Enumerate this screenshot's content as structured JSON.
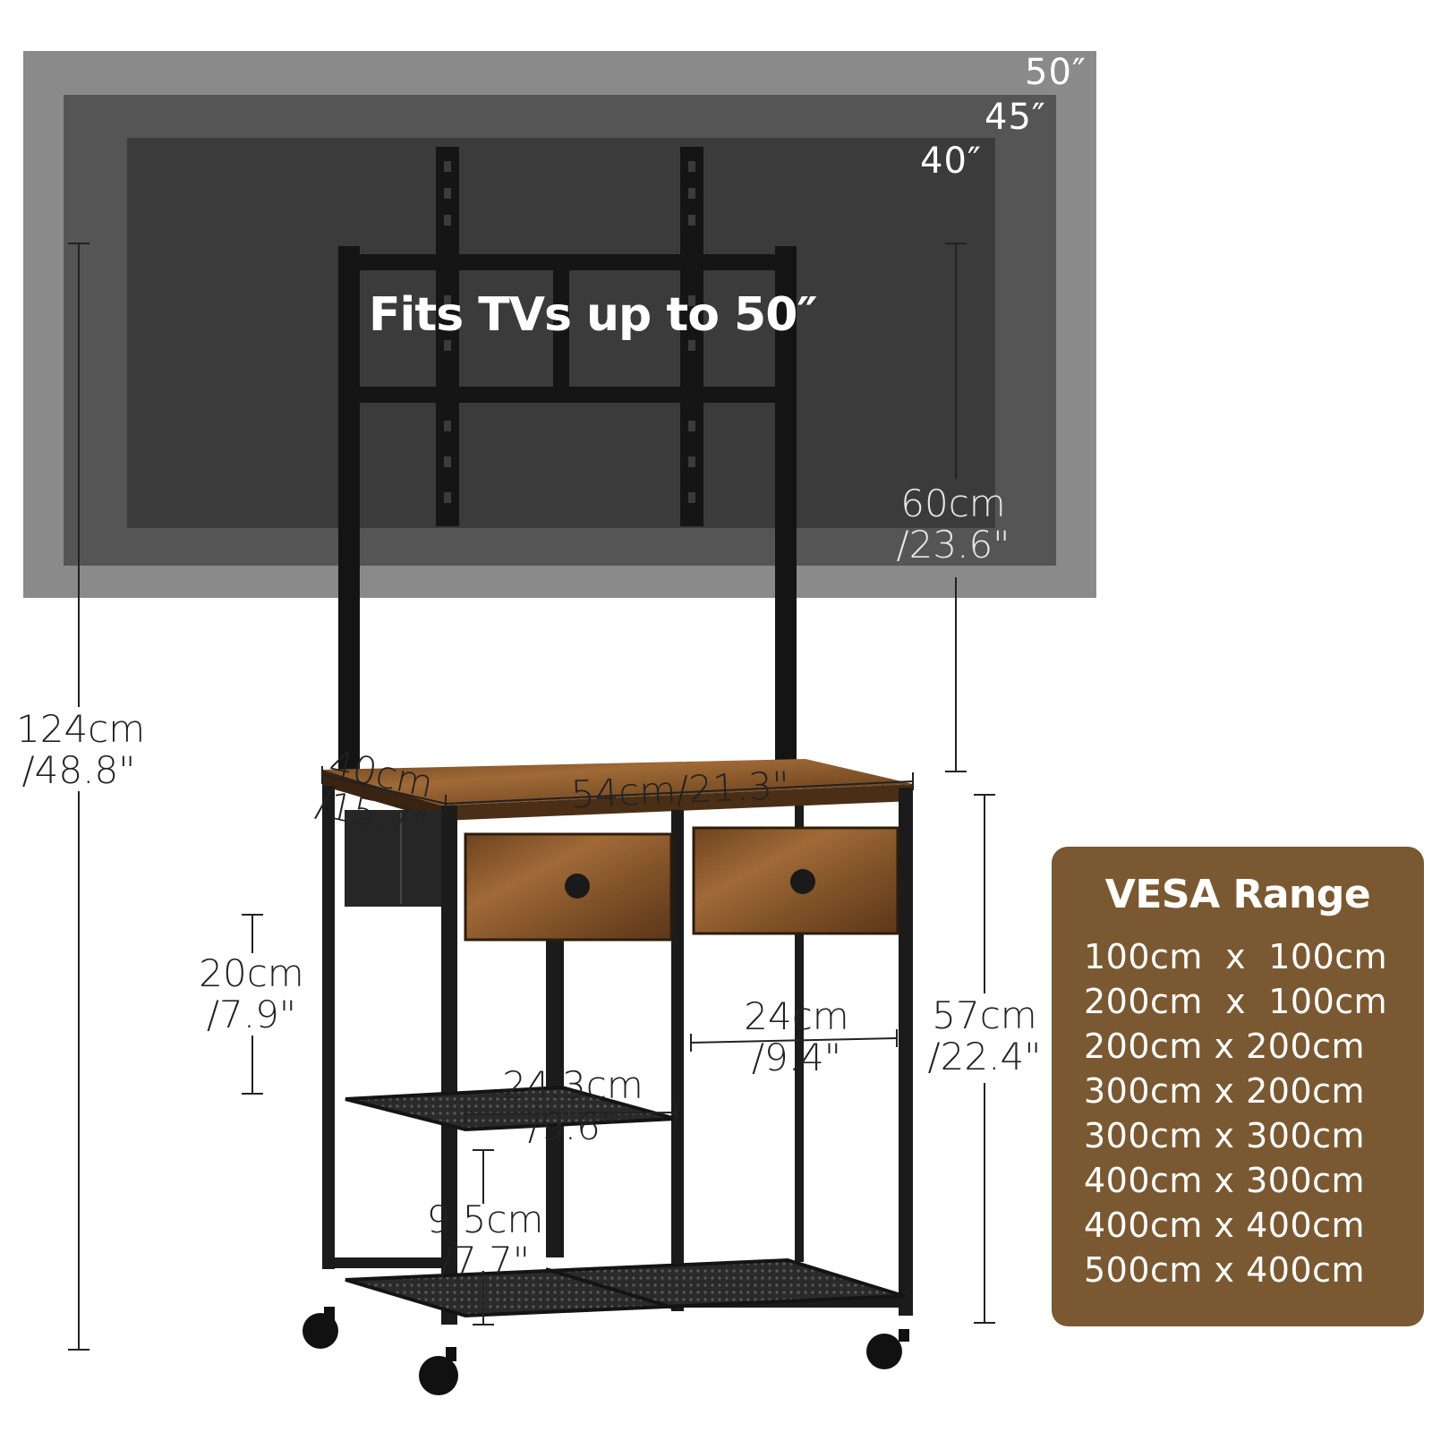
{
  "tv_sizes": {
    "size_50": "50″",
    "size_45": "45″",
    "size_40": "40″"
  },
  "headline": "Fits TVs up to 50″",
  "dimensions": {
    "total_height": [
      "124cm",
      "/48.8\""
    ],
    "tv_mount_height": [
      "60cm",
      "/23.6\""
    ],
    "depth": [
      "40cm",
      "/15.7\""
    ],
    "width": "54cm/21.3\"",
    "cabinet_height": [
      "57cm",
      "/22.4\""
    ],
    "upper_shelf_gap": [
      "20cm",
      "/7.9\""
    ],
    "right_opening_width": [
      "24cm",
      "/9.4\""
    ],
    "left_shelf_width": [
      "24.3cm",
      "/9.6\""
    ],
    "lower_shelf_gap": [
      "9.5cm",
      "/7.7\""
    ]
  },
  "vesa": {
    "title": "VESA Range",
    "rows": [
      "100cm  x  100cm",
      "200cm  x  100cm",
      "200cm x 200cm",
      "300cm x 200cm",
      "300cm x 300cm",
      "400cm x 300cm",
      "400cm x 400cm",
      "500cm x 400cm"
    ]
  },
  "colors": {
    "tv_50": "#8a8a8a",
    "tv_45": "#555555",
    "tv_40": "#3b3b3b",
    "frame": "#1b1b1b",
    "wood": "#8a5a2e",
    "vesa_panel": "#7a5932"
  }
}
